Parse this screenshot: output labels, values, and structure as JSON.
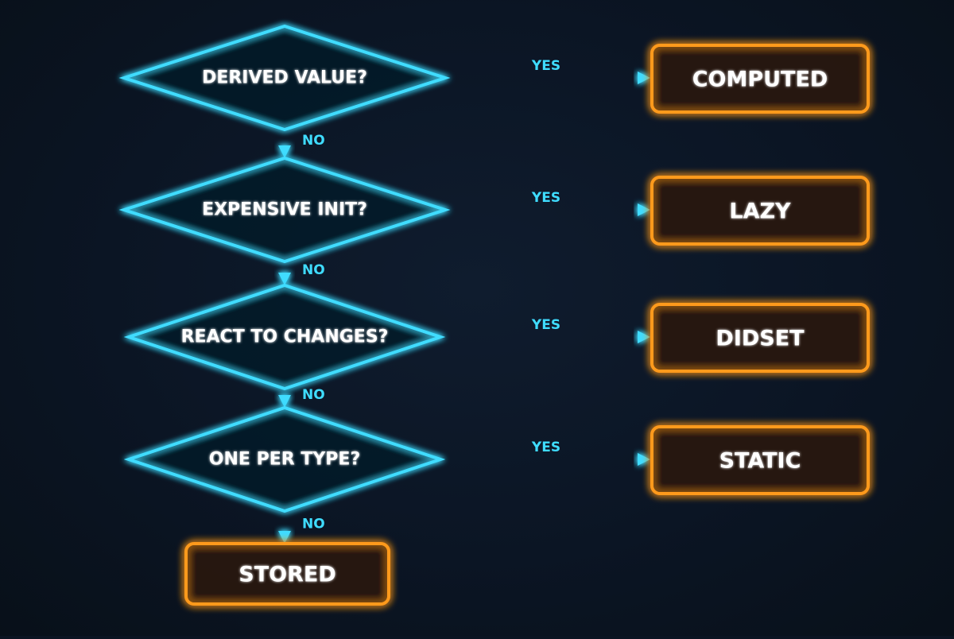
{
  "colors": {
    "background": "#0b1422",
    "decision_stroke": "#3fdcff",
    "result_stroke": "#ff9a1a",
    "text": "#ffffff",
    "edge_label": "#3fdcff"
  },
  "flowchart": {
    "decisions": [
      {
        "question": "DERIVED VALUE?",
        "yes_label": "YES",
        "no_label": "NO",
        "result": "COMPUTED"
      },
      {
        "question": "EXPENSIVE INIT?",
        "yes_label": "YES",
        "no_label": "NO",
        "result": "LAZY"
      },
      {
        "question": "REACT TO CHANGES?",
        "yes_label": "YES",
        "no_label": "NO",
        "result": "DIDSET"
      },
      {
        "question": "ONE PER TYPE?",
        "yes_label": "YES",
        "no_label": "NO",
        "result": "STATIC"
      }
    ],
    "final_result": "STORED"
  }
}
